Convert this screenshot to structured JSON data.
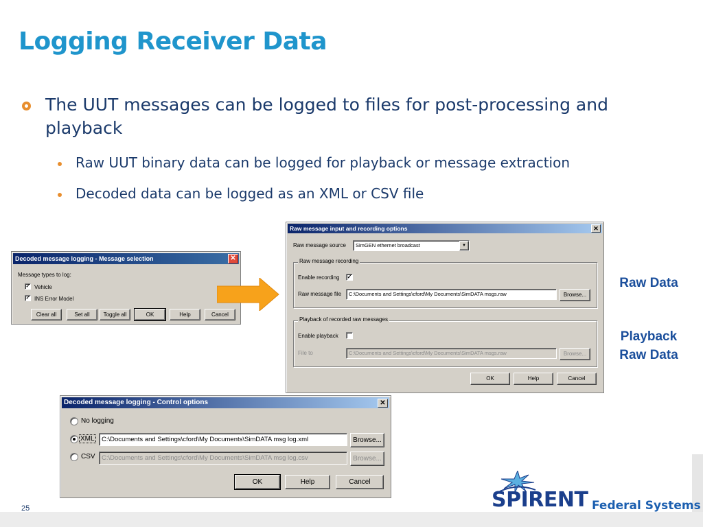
{
  "slide": {
    "title": "Logging Receiver Data",
    "bullet": "The UUT messages can be logged to files for post-processing and playback",
    "subbullets": [
      "Raw UUT binary data can be logged for playback or message extraction",
      "Decoded data can be logged as an XML or CSV file"
    ],
    "side_labels": {
      "raw": "Raw Data",
      "playback_line1": "Playback",
      "playback_line2": "Raw Data"
    },
    "page_number": "25",
    "logo": {
      "word": "SPIRENT",
      "sub": "Federal Systems"
    }
  },
  "colors": {
    "title": "#1f95cc",
    "body_text": "#1b3a6b",
    "bullet_marker": "#e88e2e",
    "arrow": "#f7a21b",
    "logo": "#1b3f8c"
  },
  "icons": {
    "arrow": "right-arrow-icon",
    "logo_star": "star-burst-icon"
  },
  "dialog_selection": {
    "title": "Decoded message logging - Message selection",
    "close": "✕",
    "prompt": "Message types to log:",
    "items": [
      {
        "label": "Vehicle",
        "checked": "✓"
      },
      {
        "label": "INS Error Model",
        "checked": "✓"
      }
    ],
    "buttons": [
      "Clear all",
      "Set all",
      "Toggle all",
      "OK",
      "Help",
      "Cancel"
    ]
  },
  "dialog_raw": {
    "title": "Raw message input and recording options",
    "close": "✕",
    "source_label": "Raw message source",
    "source_value": "SimGEN ethernet broadcast",
    "dropdown_arrow": "▼",
    "recording_group": "Raw message recording",
    "enable_recording_label": "Enable recording",
    "enable_recording_check": "✓",
    "file_label": "Raw message file",
    "file_value": "C:\\Documents and Settings\\cford\\My Documents\\SimDATA msgs.raw",
    "browse": "Browse...",
    "playback_group": "Playback of recorded raw messages",
    "enable_playback_label": "Enable playback",
    "file_to_label": "File to",
    "file_to_value": "C:\\Documents and Settings\\cford\\My Documents\\SimDATA msgs.raw",
    "browse_disabled": "Browse...",
    "ok": "OK",
    "help": "Help",
    "cancel": "Cancel"
  },
  "dialog_control": {
    "title": "Decoded message logging - Control options",
    "close": "✕",
    "no_logging": "No logging",
    "xml": "XML",
    "xml_path": "C:\\Documents and Settings\\cford\\My Documents\\SimDATA msg log.xml",
    "csv": "CSV",
    "csv_path": "C:\\Documents and Settings\\cford\\My Documents\\SimDATA msg log.csv",
    "browse": "Browse...",
    "browse_disabled": "Browse...",
    "selected_option": "XML",
    "ok": "OK",
    "help": "Help",
    "cancel": "Cancel"
  }
}
